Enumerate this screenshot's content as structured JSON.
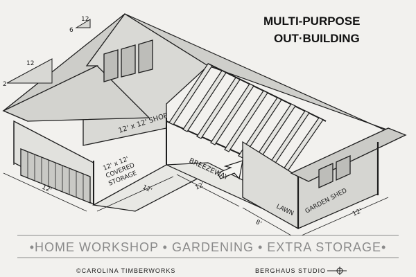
{
  "title": {
    "line1": "MULTI-PURPOSE",
    "line2": "OUT·BUILDING"
  },
  "roof_pitch": {
    "rise": "6",
    "run": "12",
    "overhang_rise": "2",
    "overhang_run": "12"
  },
  "areas": {
    "shop": "12' x 12' SHOP",
    "covered_line1": "12' x 12'",
    "covered_line2": "COVERED",
    "covered_line3": "STORAGE",
    "breezeway": "BREEZEWAY",
    "lawn": "LAWN",
    "garden_shed": "GARDEN SHED"
  },
  "dimensions": {
    "d1": "12'",
    "d2": "12'",
    "d3": "12'",
    "d4": "8'",
    "d5": "12'"
  },
  "banner": "•HOME WORKSHOP • GARDENING • EXTRA STORAGE•",
  "credit_left": "©CAROLINA TIMBERWORKS",
  "credit_right": "BERGHAUS STUDIO",
  "colors": {
    "ink": "#1d1d1d",
    "wall": "#d8d8d4",
    "roof": "#cfcfcb",
    "timber": "#e4e4e0",
    "banner": "#8a8a8a"
  }
}
